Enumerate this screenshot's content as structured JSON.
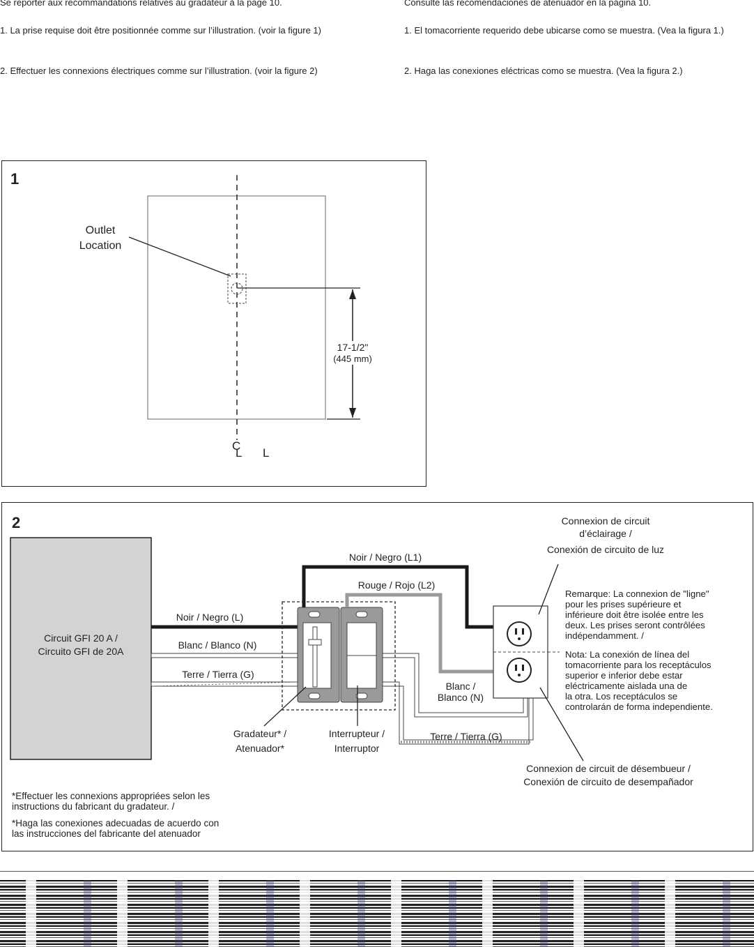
{
  "intro": {
    "fr_dimmer": "Se reporter aux recommandations relatives au gradateur à la page 10.",
    "es_dimmer": "Consulte las recomendaciones de atenuador en la página 10.",
    "fr_step1": "1. La prise requise doit être positionnée comme sur l’illustration. (voir la figure 1)",
    "es_step1": "1. El tomacorriente requerido debe ubicarse como se muestra. (Vea la figura 1.)",
    "fr_step2": "2.  Effectuer les connexions électriques comme sur l’illustration. (voir la figure 2)",
    "es_step2": "2.  Haga las conexiones eléctricas como se muestra. (Vea la figura 2.)"
  },
  "figure1": {
    "number": "1",
    "outlet_label_line1": "Outlet",
    "outlet_label_line2": "Location",
    "dim_inches": "17-1/2\"",
    "dim_mm": "(445 mm)",
    "centerline_c": "C",
    "centerline_l": "L"
  },
  "figure2": {
    "number": "2",
    "panel_line1": "Circuit GFI 20 A /",
    "panel_line2": "Circuito GFI de 20A",
    "wire_black_l1": "Noir / Negro (L1)",
    "wire_red_l2": "Rouge / Rojo (L2)",
    "wire_black_l": "Noir / Negro (L)",
    "wire_white_n": "Blanc / Blanco (N)",
    "wire_ground_g": "Terre / Tierra (G)",
    "wire_white_n2_line1": "Blanc /",
    "wire_white_n2_line2": "Blanco (N)",
    "wire_ground_g2": "Terre / Tierra (G)",
    "lighting_line1": "Connexion de circuit",
    "lighting_line2": "d’éclairage /",
    "lighting_line3": "Conexión de circuito de luz",
    "note_lines": [
      "Remarque: La connexion de \"ligne\"",
      "pour les prises supérieure et",
      "inférieure doit être isolée entre les",
      "deux. Les prises seront contrôlées",
      "indépendamment. /",
      "Nota: La conexión de línea del",
      "tomacorriente para los receptáculos",
      "superior e inferior debe estar",
      "eléctricamente aislada una de",
      "la otra. Los receptáculos se",
      "controlarán de forma independiente."
    ],
    "dimmer_line1": "Gradateur* /",
    "dimmer_line2": "Atenuador*",
    "switch_line1": "Interrupteur /",
    "switch_line2": "Interruptor",
    "defogger_line1": "Connexion de circuit de désembueur /",
    "defogger_line2": "Conexión de circuito de desempañador",
    "footnote_fr_line1": "*Effectuer les connexions appropriées selon les",
    "footnote_fr_line2": "instructions du fabricant du gradateur. /",
    "footnote_es_line1": "*Haga las conexiones adecuadas de acuerdo con",
    "footnote_es_line2": "las instrucciones del fabricante del atenuador"
  },
  "colors": {
    "panel_fill": "#d3d3d3",
    "device_gray": "#9a9a9a",
    "wire_black": "#1a1a1a",
    "wire_red_gray": "#9a9a9a"
  }
}
